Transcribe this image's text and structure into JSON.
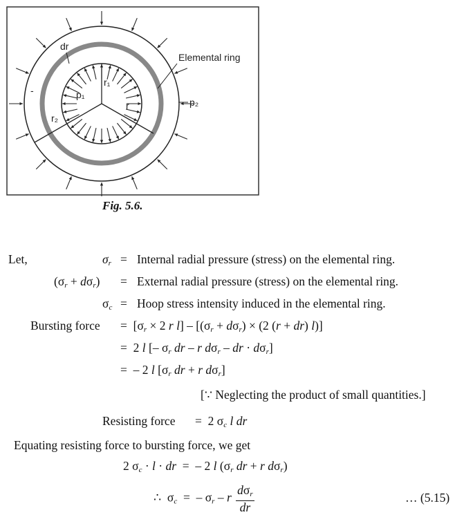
{
  "figure": {
    "caption": "Fig. 5.6.",
    "labels": {
      "dr": "dr",
      "elemental_ring": "Elemental ring",
      "p1": "p₁",
      "p2": "p₂",
      "r1": "r₁",
      "r2": "r₂",
      "r": "r",
      "minus": "-"
    }
  },
  "text": {
    "let": "Let,",
    "lhs_sigma_r": "σ",
    "lhs_sigma_r_plus": "(σ",
    "lhs_sigma_c": "σ",
    "eq": "=",
    "def1": "Internal radial pressure (stress) on the elemental ring.",
    "def2": "External radial pressure (stress) on the elemental ring.",
    "def3": "Hoop stress intensity induced in the elemental ring.",
    "bursting_force": "Bursting force",
    "note": "[∵ Neglecting the product of small quantities.]",
    "resisting_force": "Resisting force",
    "equating": "Equating resisting force to bursting force, we get",
    "eq_number": "… (5.15)"
  }
}
